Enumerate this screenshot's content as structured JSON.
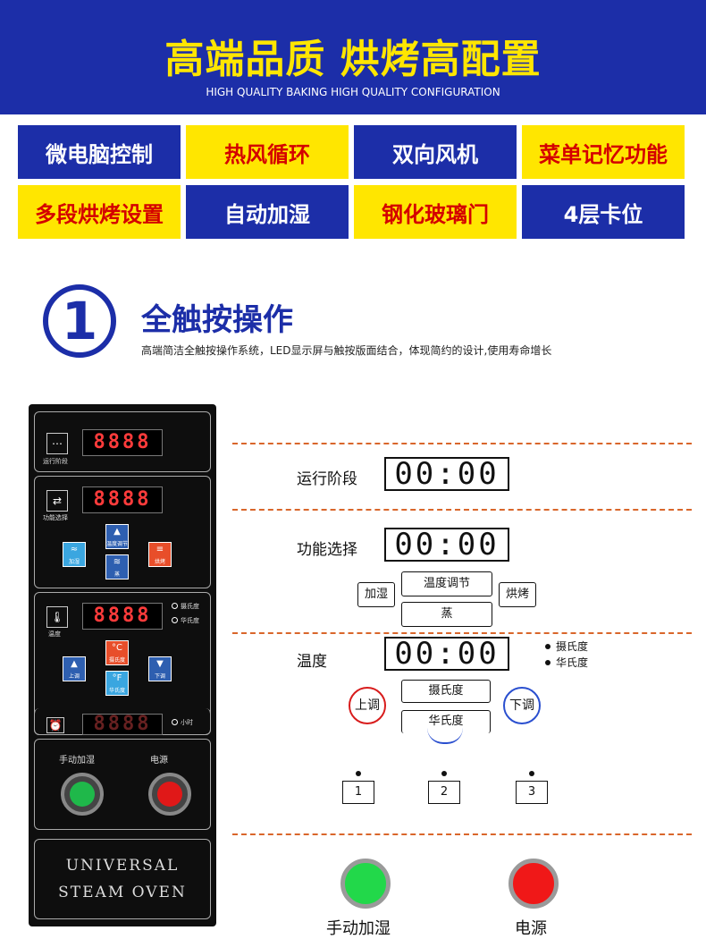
{
  "header": {
    "title": "高端品质 烘烤高配置",
    "subtitle": "HIGH QUALITY BAKING HIGH QUALITY CONFIGURATION",
    "bg_color": "#1c2ea8",
    "title_color": "#ffe600"
  },
  "features": [
    {
      "label": "微电脑控制",
      "style": "blue"
    },
    {
      "label": "热风循环",
      "style": "yellow"
    },
    {
      "label": "双向风机",
      "style": "blue"
    },
    {
      "label": "菜单记忆功能",
      "style": "yellow"
    },
    {
      "label": "多段烘烤设置",
      "style": "yellow"
    },
    {
      "label": "自动加湿",
      "style": "blue"
    },
    {
      "label": "钢化玻璃门",
      "style": "yellow"
    },
    {
      "label": "4层卡位",
      "style": "blue"
    }
  ],
  "section": {
    "number": "1",
    "title": "全触按操作",
    "description": "高端简洁全触按操作系统，LED显示屏与触按版面结合，体现简约的设计,使用寿命增长"
  },
  "panel": {
    "displays": [
      "8888",
      "8888",
      "8888",
      "8888"
    ],
    "run_stage_label": "运行阶段",
    "function_label": "功能选择",
    "temp_label": "温度",
    "humidify_btn": "加湿",
    "temp_adjust_btn": "温度调节",
    "steam_btn": "蒸",
    "bake_btn": "烘烤",
    "up_btn": "上调",
    "down_btn": "下调",
    "celsius_btn": "摄氏度",
    "fahrenheit_btn": "华氏度",
    "celsius_led": "摄氏度",
    "fahrenheit_led": "华氏度",
    "timer_led": "小时",
    "manual_humidify": "手动加湿",
    "power": "电源",
    "brand_line1": "UNIVERSAL",
    "brand_line2": "STEAM OVEN"
  },
  "diagram": {
    "run_stage": {
      "label": "运行阶段",
      "display": "00:00"
    },
    "function": {
      "label": "功能选择",
      "display": "00:00",
      "humidify": "加湿",
      "temp_adjust": "温度调节",
      "steam": "蒸",
      "bake": "烘烤"
    },
    "temperature": {
      "label": "温度",
      "display": "00:00",
      "celsius_radio": "摄氏度",
      "fahrenheit_radio": "华氏度",
      "up": "上调",
      "down": "下调",
      "celsius_btn": "摄氏度",
      "fahrenheit_btn": "华氏度"
    },
    "levels": [
      "1",
      "2",
      "3"
    ],
    "manual_humidify": "手动加湿",
    "power": "电源",
    "green_color": "#22d84a",
    "red_color": "#f01818"
  }
}
